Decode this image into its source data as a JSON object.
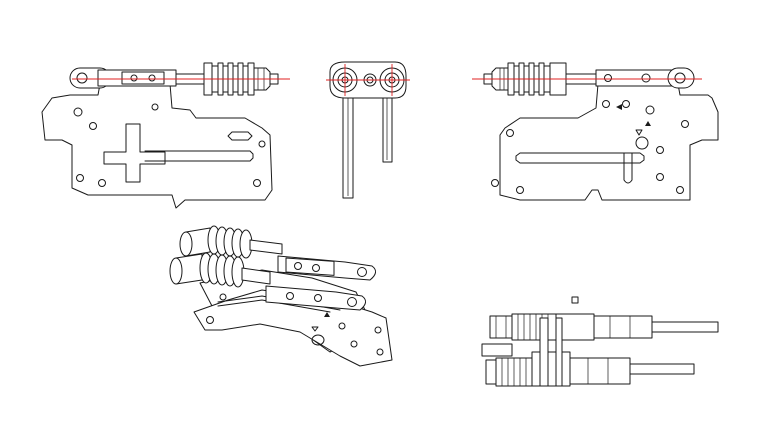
{
  "drawing": {
    "views": [
      {
        "id": "front-left",
        "kind": "orthographic"
      },
      {
        "id": "side",
        "kind": "orthographic"
      },
      {
        "id": "front-right",
        "kind": "orthographic"
      },
      {
        "id": "isometric",
        "kind": "isometric"
      },
      {
        "id": "top",
        "kind": "orthographic"
      }
    ],
    "colors": {
      "line": "#1a1a1a",
      "center_axis": "#e02020",
      "background": "#ffffff"
    }
  }
}
